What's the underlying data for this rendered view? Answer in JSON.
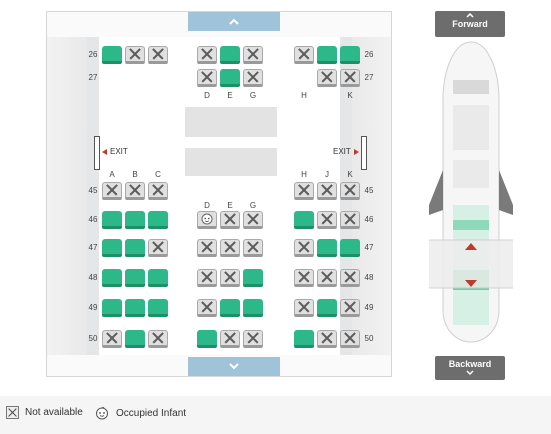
{
  "nav": {
    "forward_label": "Forward",
    "backward_label": "Backward",
    "scroll_up_icon": "chevron-up-icon",
    "scroll_down_icon": "chevron-down-icon"
  },
  "colors": {
    "available": "#2db889",
    "not_available": "#e0e0e0",
    "scroll_bar": "#9fc3d8",
    "nav_button": "#6d6d6d"
  },
  "exit_label": "EXIT",
  "cabin": {
    "rows": [
      {
        "num": "26",
        "seats": {
          "A": "avail",
          "B": "na",
          "C": "na",
          "D": "na",
          "E": "avail",
          "G": "na",
          "H": "na",
          "J": "avail",
          "K": "avail"
        }
      },
      {
        "num": "27",
        "seats": {
          "D": "na",
          "E": "avail",
          "G": "na",
          "J": "na",
          "K": "na"
        }
      },
      {
        "num": "45",
        "seats": {
          "A": "na",
          "B": "na",
          "C": "na",
          "H": "na",
          "J": "na",
          "K": "na"
        }
      },
      {
        "num": "46",
        "seats": {
          "A": "avail",
          "B": "avail",
          "C": "avail",
          "D": "infant",
          "E": "na",
          "G": "na",
          "H": "avail",
          "J": "na",
          "K": "na"
        }
      },
      {
        "num": "47",
        "seats": {
          "A": "avail",
          "B": "avail",
          "C": "na",
          "D": "na",
          "E": "na",
          "G": "na",
          "H": "na",
          "J": "avail",
          "K": "avail"
        }
      },
      {
        "num": "48",
        "seats": {
          "A": "avail",
          "B": "avail",
          "C": "avail",
          "D": "na",
          "E": "na",
          "G": "avail",
          "H": "na",
          "J": "na",
          "K": "na"
        }
      },
      {
        "num": "49",
        "seats": {
          "A": "avail",
          "B": "avail",
          "C": "avail",
          "D": "na",
          "E": "avail",
          "G": "avail",
          "H": "na",
          "J": "avail",
          "K": "na"
        }
      },
      {
        "num": "50",
        "seats": {
          "A": "na",
          "B": "avail",
          "C": "na",
          "D": "avail",
          "E": "na",
          "G": "na",
          "H": "avail",
          "J": "na",
          "K": "na"
        }
      }
    ],
    "column_letters": {
      "row27": [
        "D",
        "E",
        "G",
        "H",
        "K"
      ],
      "row45": [
        "A",
        "B",
        "C",
        "H",
        "J",
        "K"
      ],
      "row46": [
        "D",
        "E",
        "G"
      ]
    }
  },
  "legend": {
    "not_available_label": "Not available",
    "occupied_infant_label": "Occupied Infant",
    "not_available_icon": "x-box-icon",
    "infant_icon": "baby-face-icon"
  }
}
